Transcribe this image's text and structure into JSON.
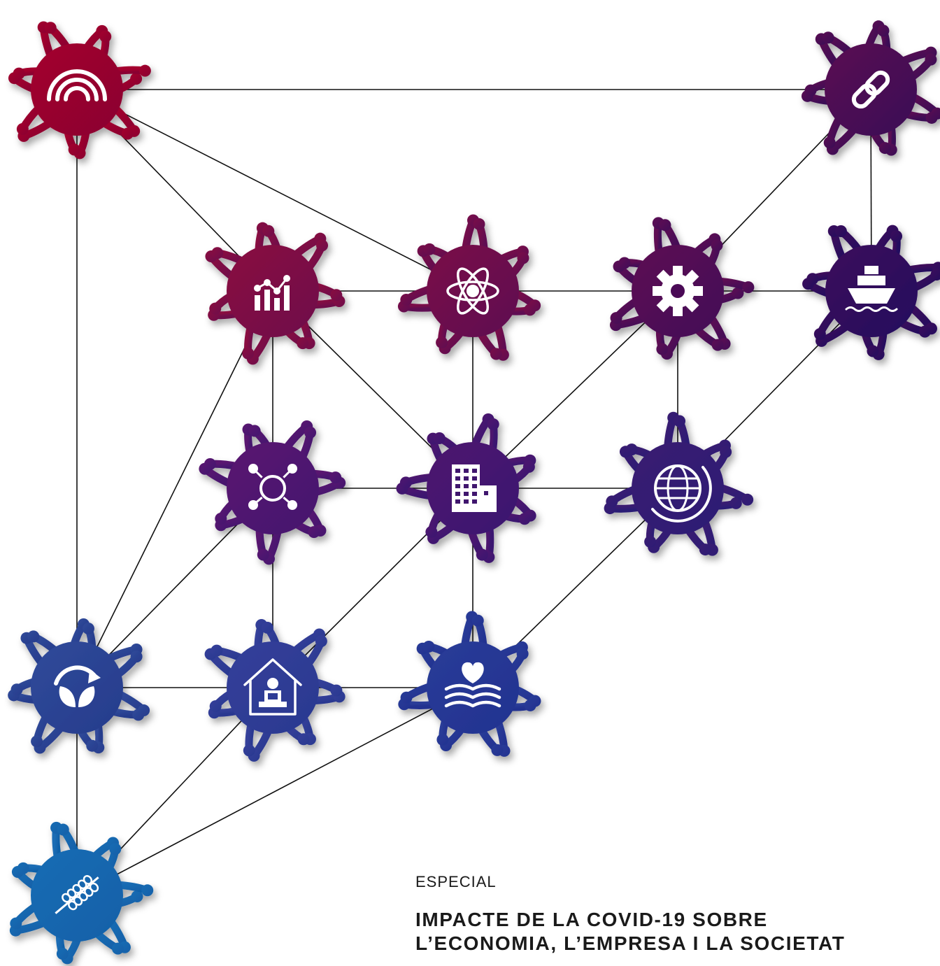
{
  "caption": {
    "kicker": "ESPECIAL",
    "title_lines": [
      "IMPACTE DE LA COVID-19 SOBRE",
      "L’ECONOMIA, L’EMPRESA I LA SOCIETAT"
    ]
  },
  "nodes": [
    {
      "id": "wireless",
      "icon": "wireless-signal-icon",
      "color_a": "#a4002e",
      "color_b": "#8a0030"
    },
    {
      "id": "chain",
      "icon": "chain-link-icon",
      "color_a": "#5a0a52",
      "color_b": "#3a0a55"
    },
    {
      "id": "stats",
      "icon": "bar-chart-icon",
      "color_a": "#8a0a40",
      "color_b": "#6e0a4a"
    },
    {
      "id": "atom",
      "icon": "atom-icon",
      "color_a": "#7a0a48",
      "color_b": "#5e0a52"
    },
    {
      "id": "gear",
      "icon": "gear-icon",
      "color_a": "#5e0a52",
      "color_b": "#420a58"
    },
    {
      "id": "ship",
      "icon": "ship-icon",
      "color_a": "#3c0a5a",
      "color_b": "#24085e"
    },
    {
      "id": "network",
      "icon": "network-hub-icon",
      "color_a": "#5a1470",
      "color_b": "#44186e"
    },
    {
      "id": "building",
      "icon": "office-building-icon",
      "color_a": "#4e146e",
      "color_b": "#3a1870"
    },
    {
      "id": "globe",
      "icon": "globe-icon",
      "color_a": "#3a1a72",
      "color_b": "#2c1c74"
    },
    {
      "id": "recycle",
      "icon": "recycle-leaf-icon",
      "color_a": "#304a9a",
      "color_b": "#263c8c"
    },
    {
      "id": "homework",
      "icon": "home-office-icon",
      "color_a": "#34409a",
      "color_b": "#2a3890"
    },
    {
      "id": "care",
      "icon": "heart-book-icon",
      "color_a": "#2a3c98",
      "color_b": "#223290"
    },
    {
      "id": "wheat",
      "icon": "wheat-icon",
      "color_a": "#1a6cb4",
      "color_b": "#1060a8"
    }
  ],
  "edges": [
    [
      "wireless",
      "chain"
    ],
    [
      "wireless",
      "stats"
    ],
    [
      "wireless",
      "atom"
    ],
    [
      "wireless",
      "recycle"
    ],
    [
      "chain",
      "ship"
    ],
    [
      "chain",
      "gear"
    ],
    [
      "stats",
      "atom"
    ],
    [
      "stats",
      "network"
    ],
    [
      "stats",
      "building"
    ],
    [
      "stats",
      "recycle"
    ],
    [
      "atom",
      "gear"
    ],
    [
      "atom",
      "building"
    ],
    [
      "gear",
      "ship"
    ],
    [
      "gear",
      "globe"
    ],
    [
      "gear",
      "building"
    ],
    [
      "ship",
      "globe"
    ],
    [
      "network",
      "building"
    ],
    [
      "network",
      "recycle"
    ],
    [
      "network",
      "homework"
    ],
    [
      "building",
      "globe"
    ],
    [
      "building",
      "care"
    ],
    [
      "building",
      "homework"
    ],
    [
      "globe",
      "care"
    ],
    [
      "recycle",
      "homework"
    ],
    [
      "recycle",
      "wheat"
    ],
    [
      "homework",
      "care"
    ],
    [
      "homework",
      "wheat"
    ],
    [
      "care",
      "wheat"
    ]
  ]
}
